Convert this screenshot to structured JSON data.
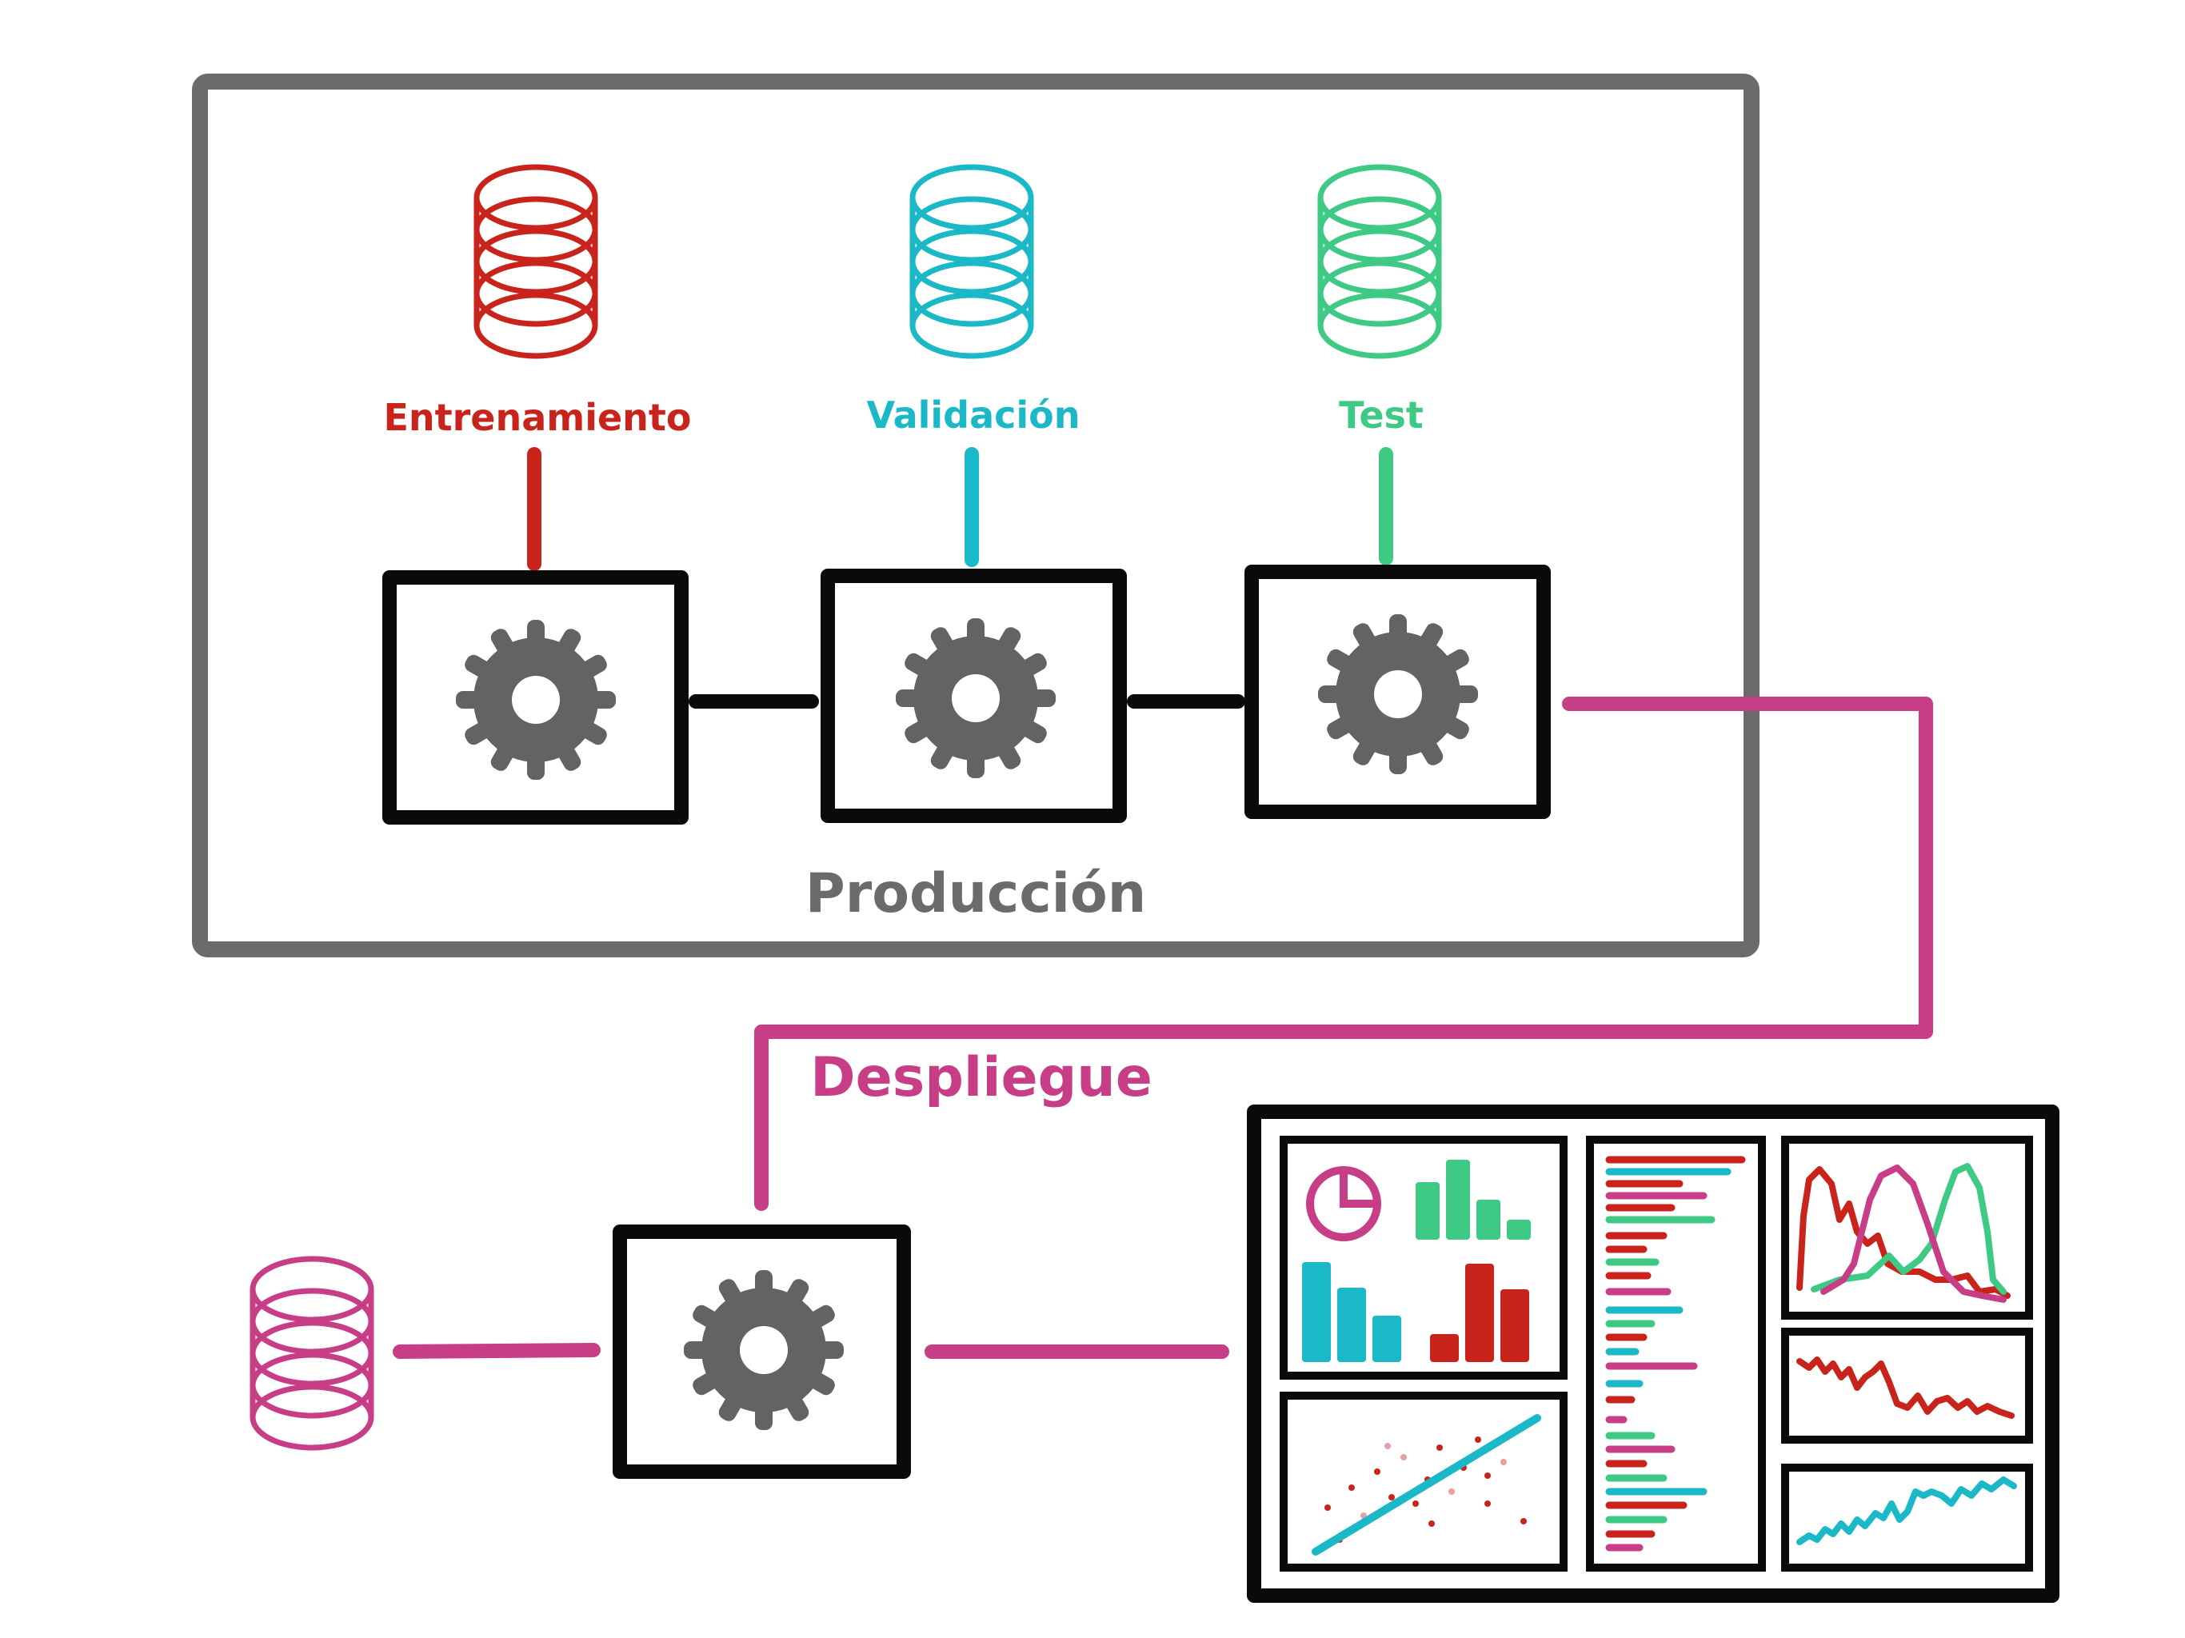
{
  "production": {
    "label": "Producción"
  },
  "deployment": {
    "label": "Despliegue"
  },
  "datasets": [
    {
      "label": "Entrenamiento",
      "color": "#c9241c",
      "icon": "database-icon"
    },
    {
      "label": "Validación",
      "color": "#1bb8c8",
      "icon": "database-icon"
    },
    {
      "label": "Test",
      "color": "#3ec985",
      "icon": "database-icon"
    }
  ],
  "input_database": {
    "color": "#c83e86",
    "icon": "database-icon"
  },
  "process_icon": "gear-icon",
  "colors": {
    "frame": "#6b6b6b",
    "gear": "#636363",
    "box": "#0a0a0a",
    "deploy": "#c83e86",
    "red": "#c9241c",
    "cyan": "#1bb8c8",
    "green": "#3ec985"
  }
}
